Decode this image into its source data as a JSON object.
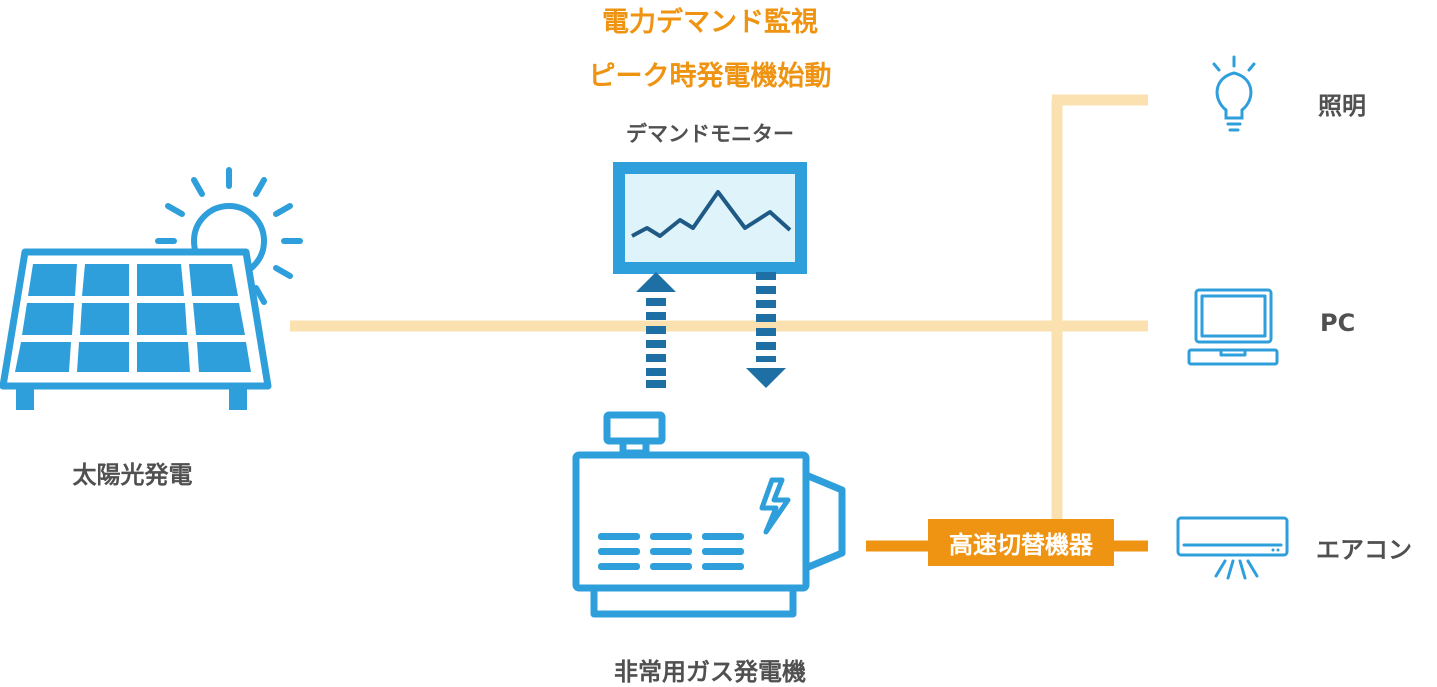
{
  "titles": {
    "line1": "電力デマンド監視",
    "line2": "ピーク時発電機始動"
  },
  "labels": {
    "monitor": "デマンドモニター",
    "solar": "太陽光発電",
    "generator": "非常用ガス発電機",
    "switch": "高速切替機器",
    "lighting": "照明",
    "pc": "PC",
    "aircon": "エアコン"
  },
  "icons": [
    "sun-icon",
    "solar-panel-icon",
    "monitor-icon",
    "chart-line-icon",
    "arrow-up-icon",
    "arrow-down-icon",
    "generator-icon",
    "lightning-icon",
    "light-bulb-icon",
    "laptop-icon",
    "air-conditioner-icon"
  ],
  "colors": {
    "icon_blue": "#2f9fdc",
    "arrow_blue": "#1e6fa3",
    "line_light": "#fbe1b0",
    "line_orange": "#ef9412",
    "title_orange": "#ef9412",
    "label_gray": "#505050",
    "screen_fill": "#dff4fa",
    "chart_line": "#1e5a85"
  }
}
